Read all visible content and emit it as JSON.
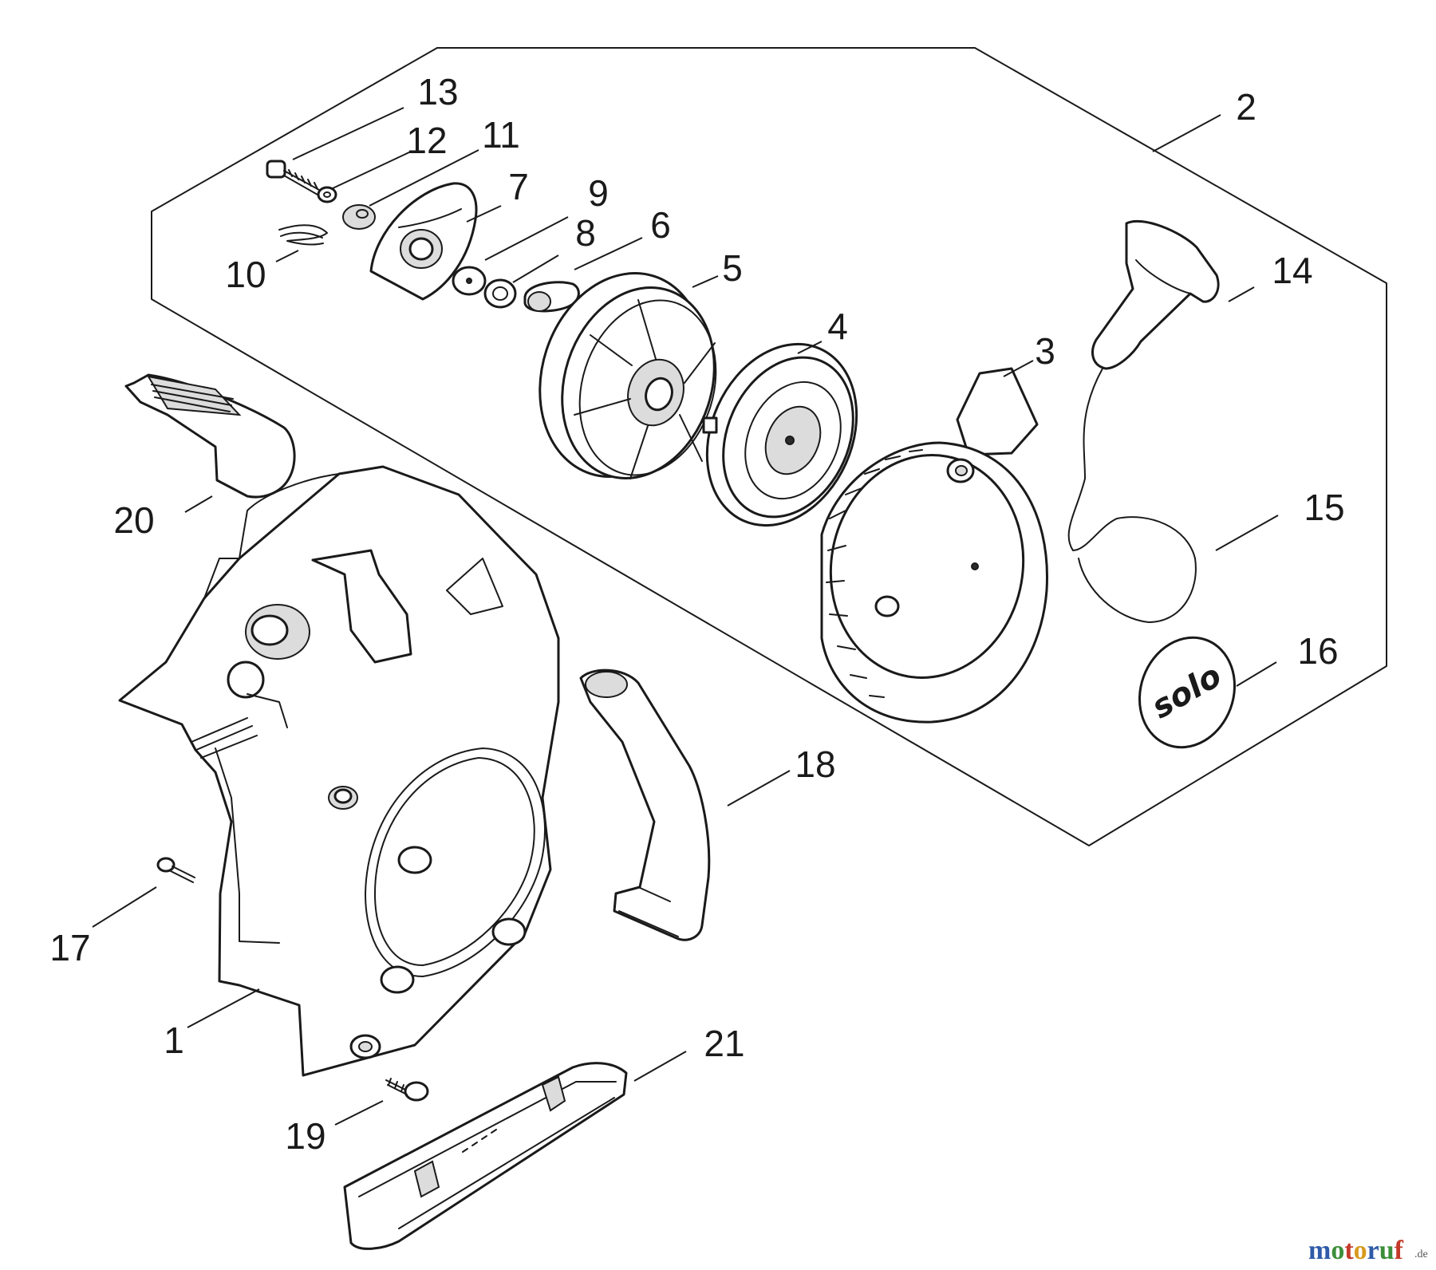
{
  "diagram": {
    "callouts": [
      "1",
      "2",
      "3",
      "4",
      "5",
      "6",
      "7",
      "8",
      "9",
      "10",
      "11",
      "12",
      "13",
      "14",
      "15",
      "16",
      "17",
      "18",
      "19",
      "20",
      "21"
    ]
  },
  "logo": {
    "text": "solo"
  },
  "watermark": {
    "text_main": "motoruf",
    "text_suffix": ".de",
    "colors": [
      "#2f5aa8",
      "#3c8f3a",
      "#c43a2a",
      "#d89a1e",
      "#2f5aa8",
      "#3c8f3a",
      "#c43a2a"
    ]
  }
}
